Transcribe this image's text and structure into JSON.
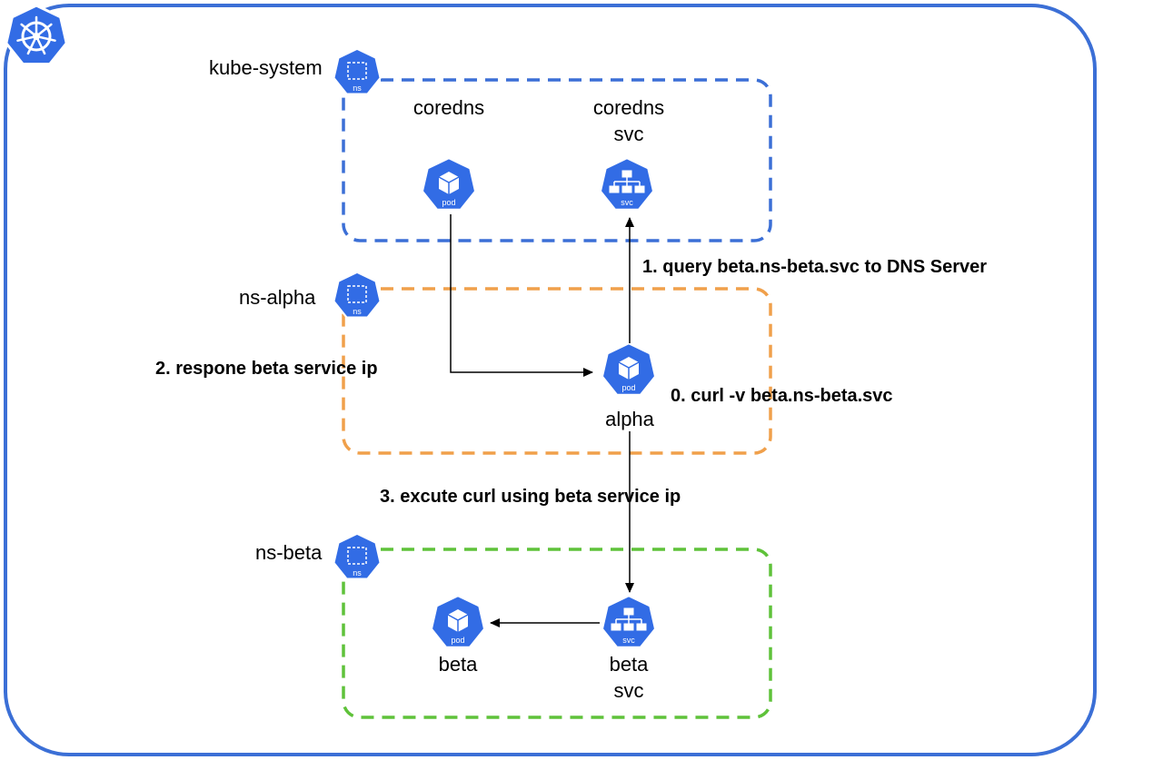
{
  "colors": {
    "cluster_border": "#3b6fd6",
    "kube_system_border": "#3b6fd6",
    "ns_alpha_border": "#f0a04b",
    "ns_beta_border": "#5fc23a",
    "k8s_icon": "#326ce5",
    "arrow": "#000000"
  },
  "cluster": {
    "icon": "kubernetes-helm-icon"
  },
  "namespaces": {
    "kube_system": {
      "label": "kube-system",
      "icon_text": "ns"
    },
    "ns_alpha": {
      "label": "ns-alpha",
      "icon_text": "ns"
    },
    "ns_beta": {
      "label": "ns-beta",
      "icon_text": "ns"
    }
  },
  "nodes": {
    "coredns_pod": {
      "label": "coredns",
      "icon_text": "pod"
    },
    "coredns_svc": {
      "label_line1": "coredns",
      "label_line2": "svc",
      "icon_text": "svc"
    },
    "alpha_pod": {
      "label": "alpha",
      "icon_text": "pod"
    },
    "beta_pod": {
      "label": "beta",
      "icon_text": "pod"
    },
    "beta_svc": {
      "label_line1": "beta",
      "label_line2": "svc",
      "icon_text": "svc"
    }
  },
  "steps": {
    "step0": "0. curl -v beta.ns-beta.svc",
    "step1": "1. query beta.ns-beta.svc to DNS Server",
    "step2": "2. respone beta service ip",
    "step3": "3. excute curl using beta service ip"
  }
}
